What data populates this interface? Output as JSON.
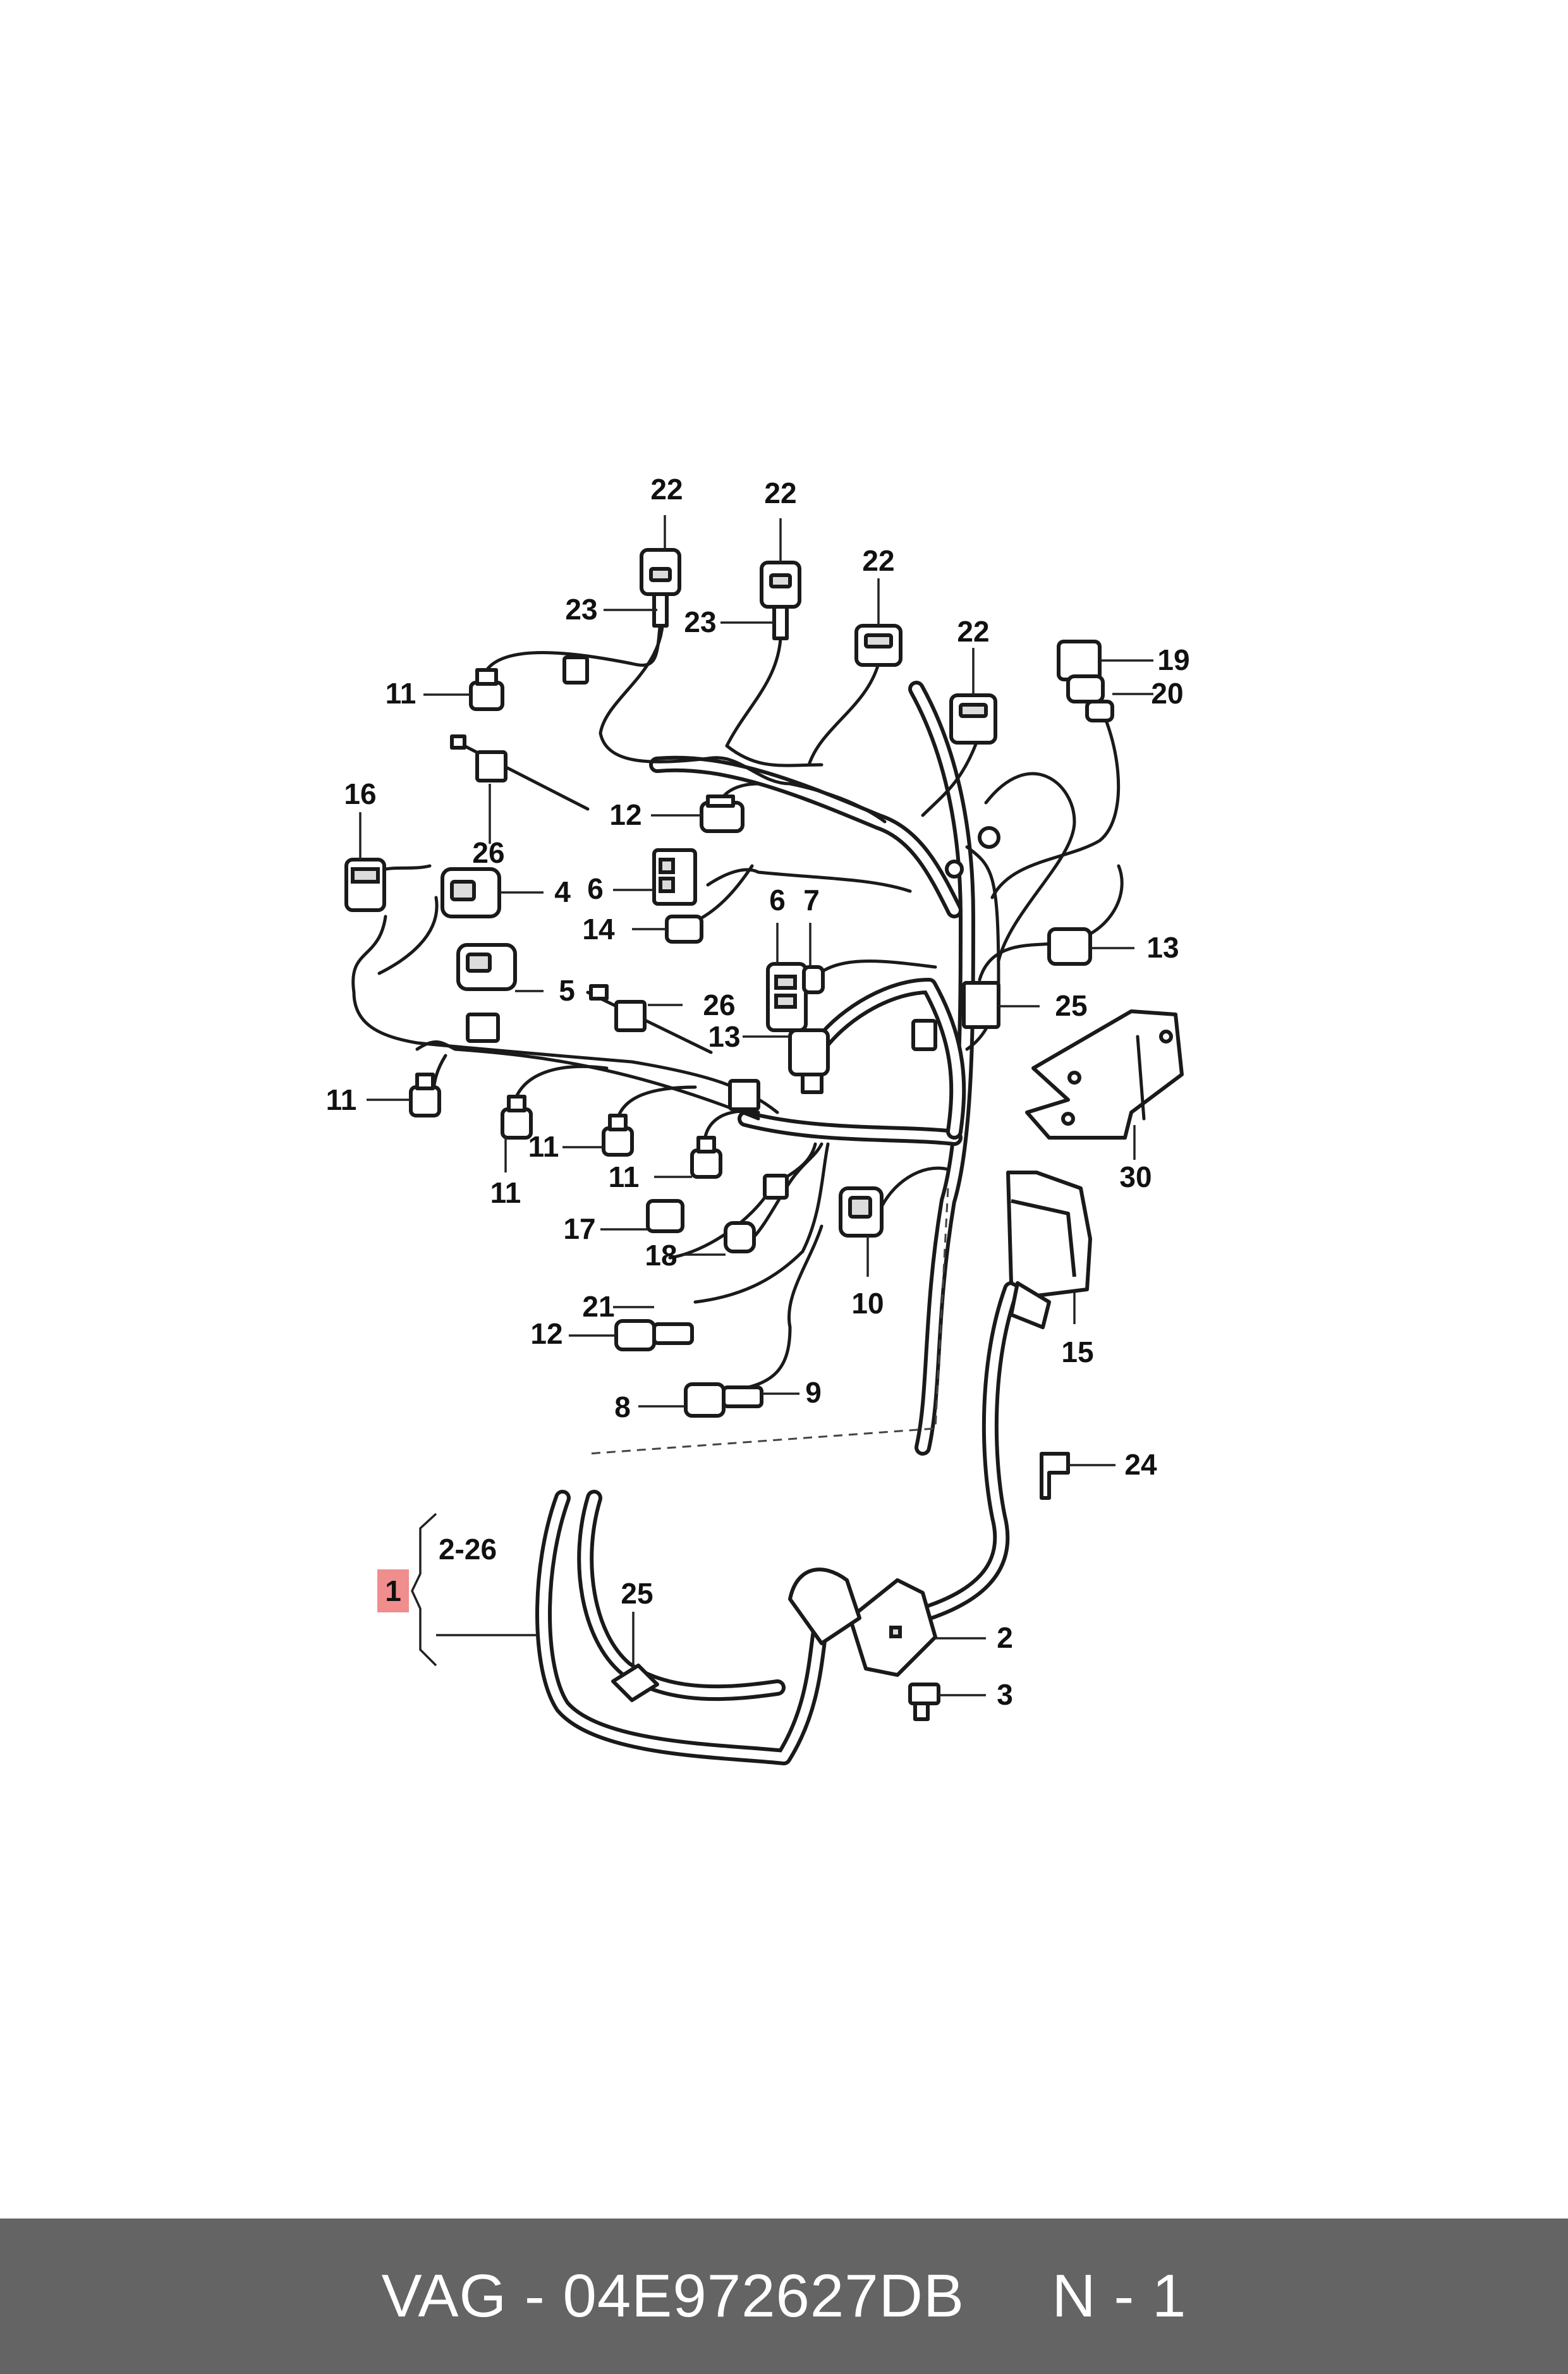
{
  "diagram": {
    "callouts": {
      "c22a": "22",
      "c22b": "22",
      "c22c": "22",
      "c22d": "22",
      "c23a": "23",
      "c23b": "23",
      "c19": "19",
      "c20": "20",
      "c11a": "11",
      "c11b": "11",
      "c11c": "11",
      "c11d": "11",
      "c11e": "11",
      "c12a": "12",
      "c12b": "12",
      "c26a": "26",
      "c26b": "26",
      "c16": "16",
      "c4": "4",
      "c5": "5",
      "c6a": "6",
      "c6b": "6",
      "c7": "7",
      "c14": "14",
      "c13a": "13",
      "c13b": "13",
      "c25a": "25",
      "c25b": "25",
      "c30": "30",
      "c17": "17",
      "c18": "18",
      "c10": "10",
      "c21": "21",
      "c8": "8",
      "c9": "9",
      "c15": "15",
      "c24": "24",
      "c2": "2",
      "c3": "3",
      "range": "2-26"
    },
    "highlight_label": "1",
    "highlight_color": "#f08d8d"
  },
  "footer": {
    "text": "VAG - 04E972627DB     N - 1",
    "background": "#646464"
  }
}
